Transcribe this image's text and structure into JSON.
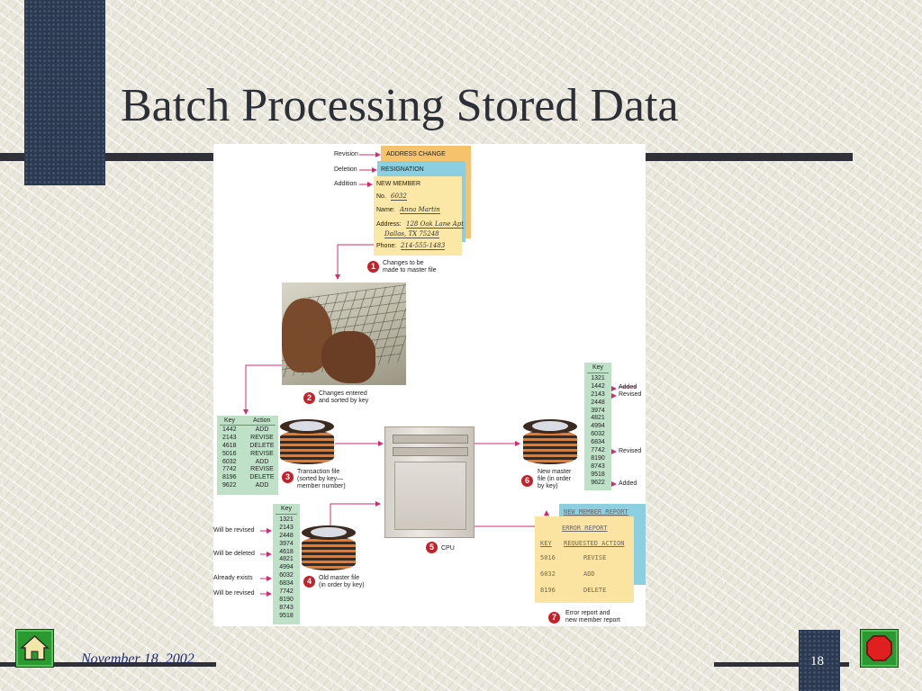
{
  "slide": {
    "title": "Batch Processing Stored Data",
    "date": "November 18, 2002",
    "page_number": "18",
    "icons": {
      "home": "home-icon",
      "stop": "stop-icon"
    }
  },
  "figure": {
    "cards": {
      "revision_label": "Revision",
      "deletion_label": "Deletion",
      "addition_label": "Addition",
      "address_change": "ADDRESS CHANGE",
      "resignation": "RESIGNATION",
      "new_member": "NEW MEMBER",
      "no_label": "No.",
      "no_value": "6032",
      "name_label": "Name:",
      "name_value": "Anna Martin",
      "address_label": "Address:",
      "address_value1": "128 Oak Lane Apt",
      "address_value2": "Dallas, TX 75248",
      "phone_label": "Phone:",
      "phone_value": "214-555-1483"
    },
    "steps": {
      "s1_num": "1",
      "s1_line1": "Changes to be",
      "s1_line2": "made to master file",
      "s2_num": "2",
      "s2_line1": "Changes entered",
      "s2_line2": "and sorted by key",
      "s3_num": "3",
      "s3_line1": "Transaction file",
      "s3_line2": "(sorted by key—",
      "s3_line3": "member number)",
      "s4_num": "4",
      "s4_line1": "Old master file",
      "s4_line2": "(in order by key)",
      "s5_num": "5",
      "s5_label": "CPU",
      "s6_num": "6",
      "s6_line1": "New master",
      "s6_line2": "file (in order",
      "s6_line3": "by key)",
      "s7_num": "7",
      "s7_line1": "Error report and",
      "s7_line2": "new member report"
    },
    "transaction": {
      "key_header": "Key",
      "action_header": "Action",
      "rows": [
        {
          "key": "1442",
          "action": "ADD"
        },
        {
          "key": "2143",
          "action": "REVISE"
        },
        {
          "key": "4618",
          "action": "DELETE"
        },
        {
          "key": "5016",
          "action": "REVISE"
        },
        {
          "key": "6032",
          "action": "ADD"
        },
        {
          "key": "7742",
          "action": "REVISE"
        },
        {
          "key": "8196",
          "action": "DELETE"
        },
        {
          "key": "9622",
          "action": "ADD"
        }
      ]
    },
    "new_master": {
      "key_header": "Key",
      "keys": [
        "1321",
        "1442",
        "2143",
        "2448",
        "3974",
        "4821",
        "4994",
        "6032",
        "6834",
        "7742",
        "8190",
        "8743",
        "9518",
        "9622"
      ],
      "note_added_1": "Added",
      "note_revised_1": "Revised",
      "note_revised_2": "Revised",
      "note_added_2": "Added"
    },
    "old_master": {
      "key_header": "Key",
      "keys": [
        "1321",
        "2143",
        "2448",
        "3974",
        "4618",
        "4821",
        "4994",
        "6032",
        "6834",
        "7742",
        "8190",
        "8743",
        "9518"
      ],
      "note_revised_1": "Will be revised",
      "note_deleted": "Will be deleted",
      "note_exists": "Already exists",
      "note_revised_2": "Will be revised"
    },
    "report": {
      "new_member_report": "NEW MEMBER REPORT",
      "error_report": "ERROR REPORT",
      "col_key": "KEY",
      "col_action": "REQUESTED ACTION",
      "rows": [
        {
          "key": "5016",
          "action": "REVISE"
        },
        {
          "key": "6032",
          "action": "ADD"
        },
        {
          "key": "8196",
          "action": "DELETE"
        }
      ]
    }
  }
}
